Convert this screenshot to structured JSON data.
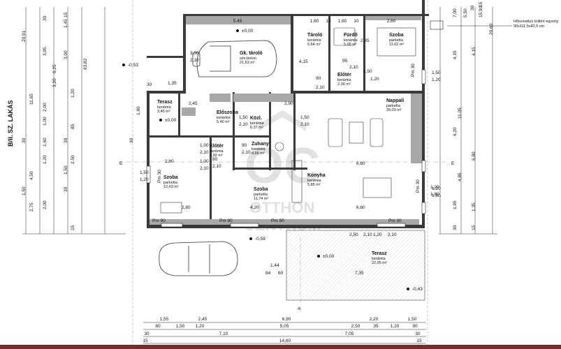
{
  "title": "B/II. SZ. LAKÁS",
  "watermark": {
    "line1": "OTTHON",
    "line2": "CENTRUM",
    "logo": "OC"
  },
  "note": {
    "line1": "Hőszivattyú kültéri egység",
    "line2": "90x111,5x42,5 cm"
  },
  "rooms": [
    {
      "name": "Gk. tároló",
      "material": "sim.beton",
      "area": "21,53 m²"
    },
    {
      "name": "Tároló",
      "material": "kerámia",
      "area": "6,64 m²"
    },
    {
      "name": "Fürdő",
      "material": "kerámia",
      "area": "5,68 m²"
    },
    {
      "name": "Szoba",
      "material": "parketta",
      "area": "11,62 m²"
    },
    {
      "name": "Előtér",
      "material": "kerámia",
      "area": "2,39 m²"
    },
    {
      "name": "Terasz",
      "material": "kerámia",
      "area": "3,45 m²"
    },
    {
      "name": "Előszoba",
      "material": "kerámia",
      "area": "5,40 m²"
    },
    {
      "name": "Közl.",
      "material": "kerámia",
      "area": "6,37 m²"
    },
    {
      "name": "Nappali",
      "material": "parketta",
      "area": "39,03 m²"
    },
    {
      "name": "Előtér",
      "material": "kerámia",
      "area": "1,92 m²"
    },
    {
      "name": "Zuhany",
      "material": "kerámia",
      "area": "4,66 m²"
    },
    {
      "name": "Szoba",
      "material": "parketta",
      "area": "12,63 m²"
    },
    {
      "name": "Szoba",
      "material": "parketta",
      "area": "11,74 m²"
    },
    {
      "name": "Konyha",
      "material": "kerámia",
      "area": "5,85 m²"
    },
    {
      "name": "Terasz",
      "material": "kerámia",
      "area": "22,05 m²"
    }
  ],
  "levels": [
    "±0,00",
    "±0,00",
    "-0,53",
    "-0,58",
    "±0,00",
    "-0,43"
  ],
  "section_marks": [
    "E",
    "E",
    "A"
  ],
  "top_dims": [
    "5,45",
    "1,60",
    "10",
    "1,60",
    "10",
    "2,80"
  ],
  "inner_dims": [
    "3,00",
    "2,10",
    "90",
    "2,10",
    "95",
    "2,10",
    "2,85",
    "4,15",
    "1,35",
    "30",
    "2,45",
    "2,90",
    "1,50",
    "2,10",
    "1,50",
    "2,10",
    "1,00",
    "2,10",
    "90",
    "2,10",
    "80",
    "2,10",
    "1,50",
    "1,20",
    "1,00",
    "2,10",
    "2,80",
    "6,60",
    "6,60",
    "4,20",
    "2,80",
    "1,50",
    "1,20",
    "1,20",
    "1,80",
    "1,44",
    "84",
    "60",
    "7,35",
    "2,50",
    "2,10",
    "1,20",
    "2,10"
  ],
  "pm_labels": [
    "Pm 90",
    "Pm 90",
    "Pm 90",
    "Pm 30",
    "Pm 30",
    "Pm 30",
    "Pm 30"
  ],
  "left_dims_outer": [
    "20,91",
    "11,65",
    "30",
    "4,50",
    "1,50",
    "2,75"
  ],
  "left_dims_mid": [
    "30",
    "3,95",
    "6,25",
    "3,20",
    "2,00",
    "1,00",
    "1,60",
    "1,20",
    "2,00"
  ],
  "left_dims_inner": [
    "15",
    "1,45",
    "3,00",
    "1,20",
    "30",
    "85",
    "2,50",
    "1,50",
    "30",
    "15"
  ],
  "left_dim_misc": [
    "93,82",
    "1,80",
    "30"
  ],
  "right_dims_outer": [
    "5,50",
    "15,90",
    "20,60"
  ],
  "right_dims_mid": [
    "7,00",
    "4,15",
    "11,05",
    "6,20",
    "4,85",
    "1,95",
    "30"
  ],
  "right_dims_inner": [
    "30",
    "15",
    "4,15",
    "1,50",
    "1,20",
    "6,80",
    "1,20",
    "1,80",
    "1,35",
    "15"
  ],
  "bottom_dims_row1": [
    "1,55",
    "2,45",
    "6,90",
    "2,20",
    "1,50"
  ],
  "bottom_dims_row2": [
    "80",
    "1,50",
    "1,20",
    "5,05",
    "2,50",
    "35",
    "1,20",
    "90"
  ],
  "bottom_dims_row3": [
    "30",
    "7,10",
    "7,05",
    "30"
  ],
  "bottom_dims_row4": [
    "15",
    "14,60",
    "15"
  ]
}
